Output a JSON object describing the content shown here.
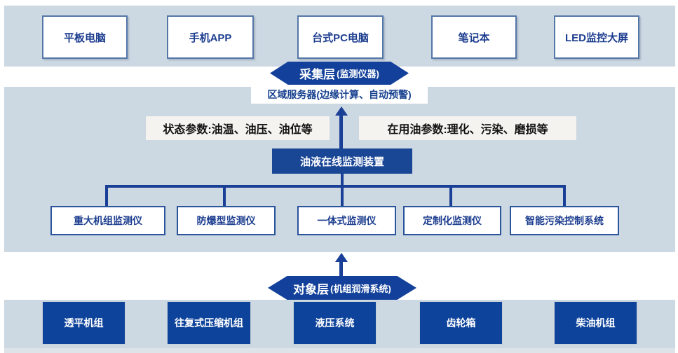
{
  "display_row": [
    "平板电脑",
    "手机APP",
    "台式PC电脑",
    "笔记本",
    "LED监控大屏"
  ],
  "collection_layer": {
    "title": "采集层",
    "qualifier": "(监测仪器)"
  },
  "regional_server": "区域服务器(边缘计算、自动预警)",
  "status_params": "状态参数:油温、油压、油位等",
  "oil_params": "在用油参数:理化、污染、磨损等",
  "online_device": "油液在线监测装置",
  "monitor_row": [
    "重大机组监测仪",
    "防爆型监测仪",
    "一体式监测仪",
    "定制化监测仪",
    "智能污染控制系统"
  ],
  "object_layer": {
    "title": "对象层",
    "qualifier": "(机组润滑系统)"
  },
  "equipment_row": [
    "透平机组",
    "往复式压缩机组",
    "液压系统",
    "齿轮箱",
    "柴油机组"
  ],
  "colors": {
    "band": "#ccd8e2",
    "navy": "#1a3f97",
    "hexagon": "#12409a",
    "dark_box": "#0e439b",
    "label_bg": "#f4f3ef",
    "box_border": "#5577a8",
    "text_navy": "#1c3d8f"
  }
}
